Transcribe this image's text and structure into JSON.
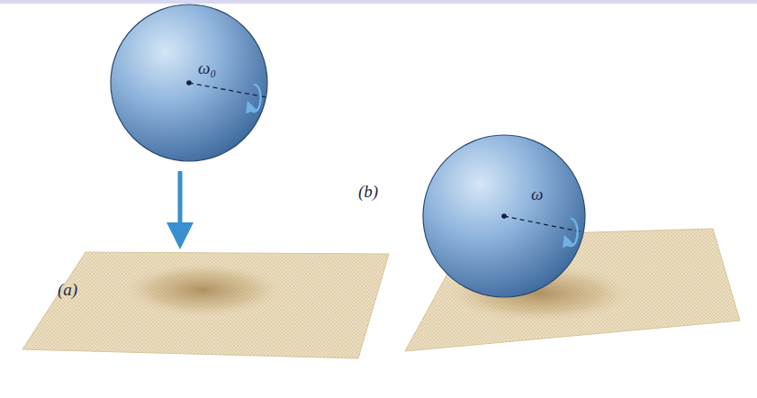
{
  "diagram": {
    "labels": [
      "(a)",
      "ω₀",
      "(b)",
      "ω"
    ]
  }
}
